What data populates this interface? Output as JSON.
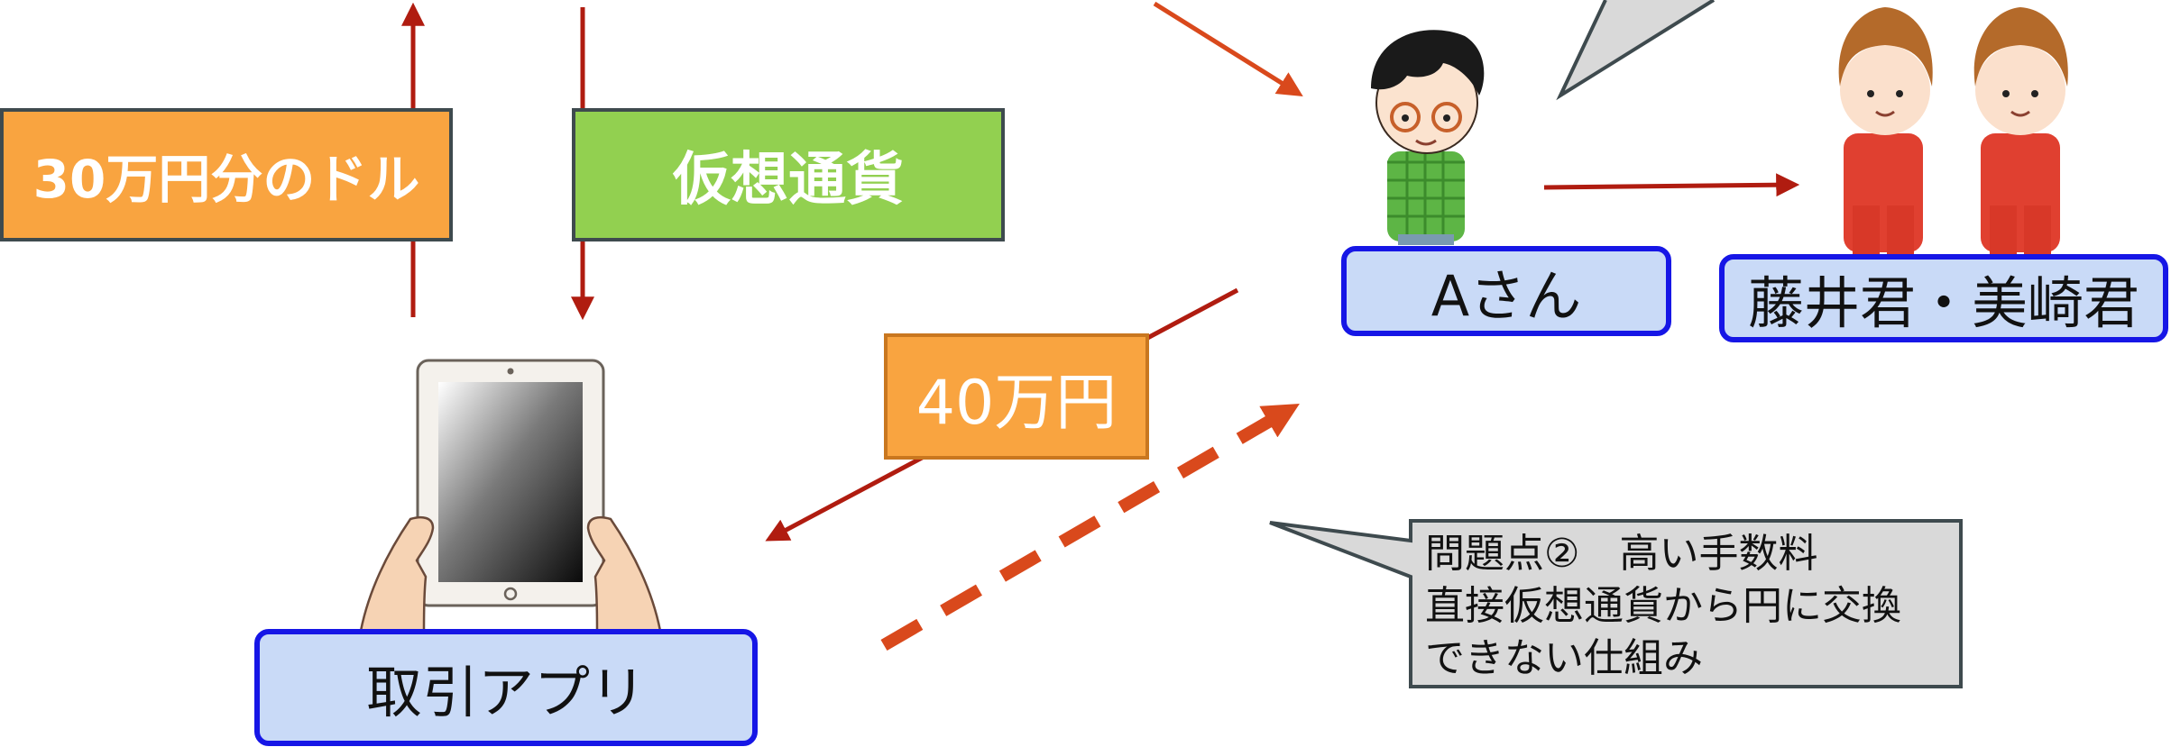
{
  "boxes": {
    "dollar": "30万円分のドル",
    "crypto": "仮想通貨",
    "amount": "40万円"
  },
  "labels": {
    "app": "取引アプリ",
    "person_a": "Aさん",
    "others": "藤井君・美崎君"
  },
  "callout": {
    "lines": [
      "問題点②　高い手数料",
      "直接仮想通貨から円に交換",
      "できない仕組み"
    ]
  },
  "colors": {
    "arrow_dark_red": "#b01c10",
    "arrow_orange": "#d9491c",
    "box_orange": "#f9a440",
    "box_green": "#92d050",
    "label_fill": "#c9daf7",
    "label_border": "#1616e6",
    "callout_fill": "#d9d9d9"
  }
}
